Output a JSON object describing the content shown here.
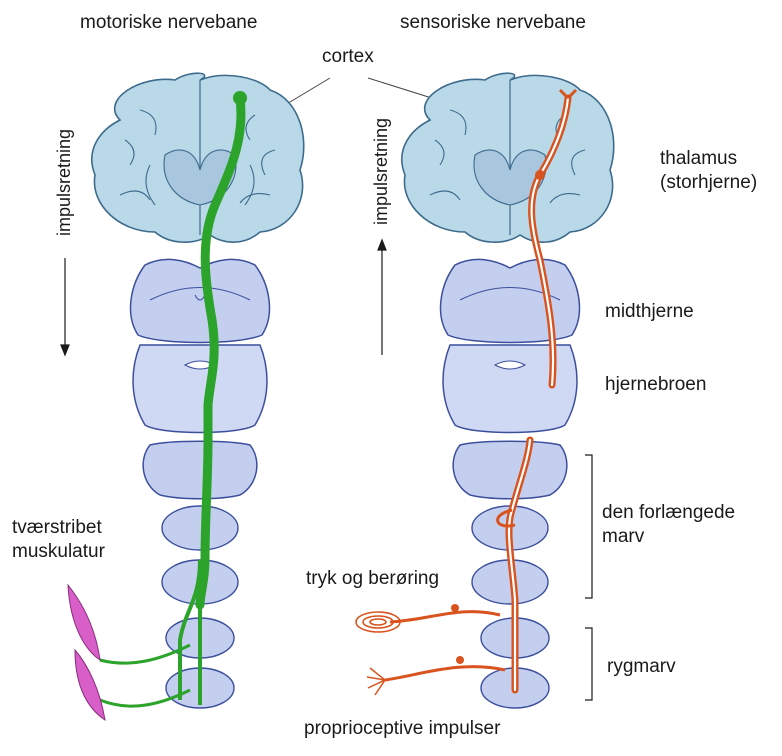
{
  "headings": {
    "motor": "motoriske nervebane",
    "sensory": "sensoriske nervebane"
  },
  "labels": {
    "cortex": "cortex",
    "thalamus_line1": "thalamus",
    "thalamus_line2": "(storhjerne)",
    "midbrain": "midthjerne",
    "pons": "hjernebroen",
    "medulla_line1": "den forlængede",
    "medulla_line2": "marv",
    "spinal_cord": "rygmarv",
    "muscle_line1": "tværstribet",
    "muscle_line2": "muskulatur",
    "touch": "tryk og berøring",
    "proprioceptive": "proprioceptive impulser"
  },
  "arrows": {
    "impulse_left": "impulsretning",
    "impulse_right": "impulsretning"
  },
  "colors": {
    "brain_fill": "#b9d9e9",
    "brain_stroke": "#3d6b8c",
    "stem_fill": "#c4cff0",
    "stem_stroke": "#3c4f9c",
    "motor_path": "#2ca32a",
    "sensory_path": "#d9531e",
    "muscle": "#d85fc8"
  }
}
